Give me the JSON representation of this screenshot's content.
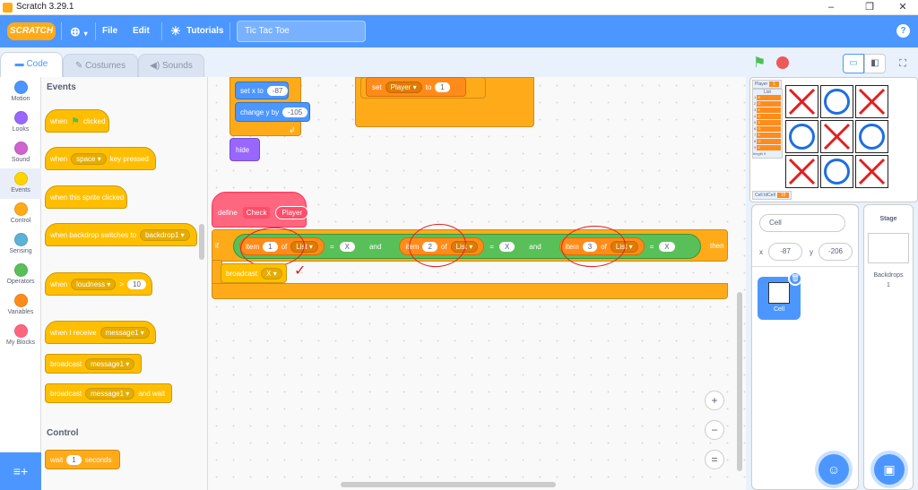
{
  "window": {
    "title": "Scratch 3.29.1",
    "min": "–",
    "max": "❐",
    "close": "✕"
  },
  "menubar": {
    "logo": "SCRATCH",
    "language_icon": "globe-icon",
    "file": "File",
    "edit": "Edit",
    "tutorials": "Tutorials",
    "project_title": "Tic Tac Toe",
    "help": "?"
  },
  "tabs": {
    "code": "Code",
    "costumes": "Costumes",
    "sounds": "Sounds"
  },
  "categories": [
    {
      "label": "Motion",
      "color": "#4c97ff"
    },
    {
      "label": "Looks",
      "color": "#9966ff"
    },
    {
      "label": "Sound",
      "color": "#cf63cf"
    },
    {
      "label": "Events",
      "color": "#ffd500"
    },
    {
      "label": "Control",
      "color": "#ffab19"
    },
    {
      "label": "Sensing",
      "color": "#5cb1d6"
    },
    {
      "label": "Operators",
      "color": "#59c059"
    },
    {
      "label": "Variables",
      "color": "#ff8c1a"
    },
    {
      "label": "My Blocks",
      "color": "#ff6680"
    }
  ],
  "palette": {
    "events_heading": "Events",
    "when_flag": "when",
    "clicked": "clicked",
    "when_key": "when",
    "key_dd": "space",
    "key_pressed": "key pressed",
    "sprite_clicked": "when this sprite clicked",
    "backdrop_switch": "when backdrop switches to",
    "backdrop_dd": "backdrop1",
    "when_loud": "when",
    "loud_dd": "loudness",
    "gt": ">",
    "loud_val": "10",
    "receive": "when I receive",
    "msg_dd": "message1",
    "broadcast": "broadcast",
    "bc_dd": "message1",
    "broadcast_wait": "broadcast",
    "bcw_dd": "message1",
    "and_wait": "and wait",
    "control_heading": "Control",
    "wait": "wait",
    "wait_val": "1",
    "seconds": "seconds"
  },
  "workspace": {
    "set_x": "set x to",
    "set_x_val": "-87",
    "change_y": "change y by",
    "change_y_val": "-105",
    "hide": "hide",
    "set_var": "set",
    "var_dd": "Player",
    "to": "to",
    "var_val": "1",
    "define": "define",
    "proc_name": "Check",
    "proc_arg": "Player",
    "if": "if",
    "then": "then",
    "and": "and",
    "items": [
      {
        "item": "item",
        "index": "1",
        "of": "of",
        "list": "List",
        "eq": "=",
        "val": "X"
      },
      {
        "item": "item",
        "index": "2",
        "of": "of",
        "list": "List",
        "eq": "=",
        "val": "X"
      },
      {
        "item": "item",
        "index": "3",
        "of": "of",
        "list": "List",
        "eq": "=",
        "val": "X"
      }
    ],
    "broadcast": "broadcast",
    "broadcast_val": "X",
    "zoom_in": "+",
    "zoom_out": "−",
    "zoom_reset": "="
  },
  "stage": {
    "player_label": "Player",
    "player_val": "1",
    "list_label": "List",
    "list_items": [
      "X",
      "O",
      "X",
      "O",
      "X",
      "O",
      "X",
      "O",
      "X"
    ],
    "length_label": "length 9",
    "cell_var_label": "Cell IdCell",
    "cell_var_val": "10",
    "board": [
      "X",
      "O",
      "X",
      "O",
      "X",
      "O",
      "X",
      "O",
      "X"
    ]
  },
  "sprite_info": {
    "name": "Cell",
    "x_label": "x",
    "x_val": "-87",
    "y_label": "y",
    "y_val": "-206",
    "sprite_name": "Cell"
  },
  "stage_pane": {
    "title": "Stage",
    "backdrops_label": "Backdrops",
    "backdrops_count": "1"
  },
  "colors": {
    "accent": "#4c97ff",
    "events": "#ffbf00",
    "control": "#ffab19",
    "operators": "#59c059",
    "variables": "#ff8c1a",
    "my_blocks": "#ff6680",
    "annotation": "#e02020"
  }
}
